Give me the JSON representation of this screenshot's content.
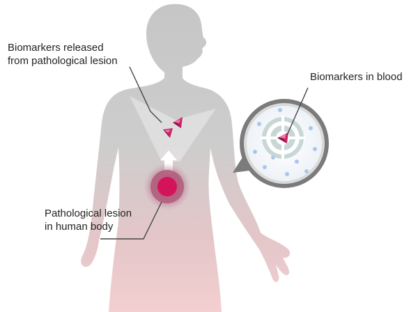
{
  "labels": {
    "released": [
      "Biomarkers released",
      "from pathological lesion"
    ],
    "blood": "Biomarkers in blood",
    "lesion": [
      "Pathological lesion",
      "in human body"
    ]
  },
  "colors": {
    "body_top": "#c4c4c4",
    "body_bottom": "#f0c8ca",
    "lesion_core": "#d4145a",
    "lesion_ring": "#a85570",
    "biomarker": "#cc2266",
    "blood_cell": "#a9c6ee",
    "magnifier_ring": "#7b7b7b",
    "target": "#c8d6d6"
  }
}
